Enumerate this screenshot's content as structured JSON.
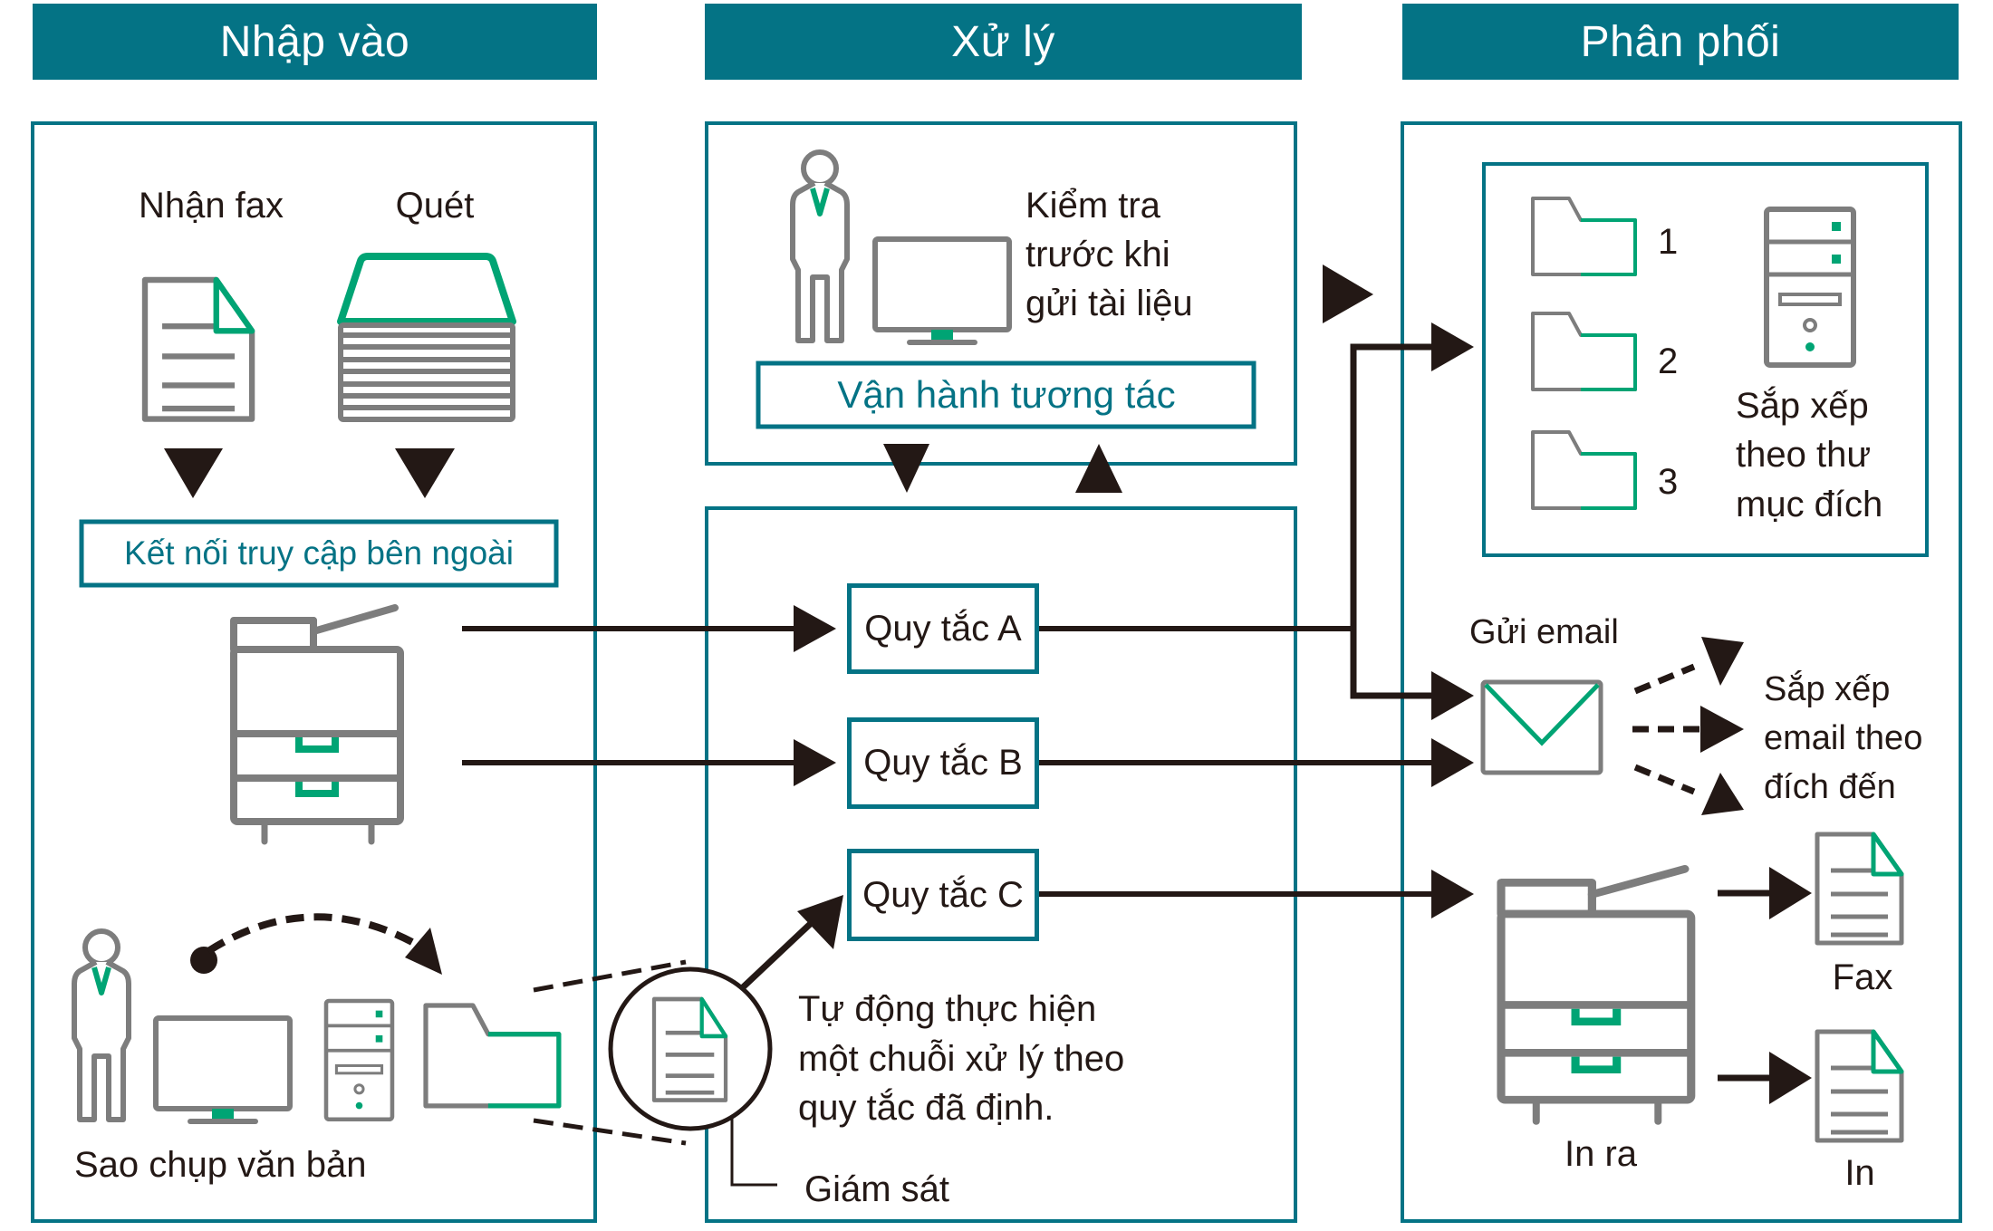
{
  "colors": {
    "teal": "#047385",
    "green": "#00a474",
    "gray": "#7d7d7d",
    "arrow": "#231815"
  },
  "columns": {
    "input": {
      "title": "Nhập vào",
      "fax_label": "Nhận fax",
      "scan_label": "Quét",
      "external_access_label": "Kết nối truy cập bên ngoài",
      "copy_label": "Sao chụp văn bản"
    },
    "process": {
      "title": "Xử lý",
      "precheck_lines": [
        "Kiểm tra",
        "trước khi",
        "gửi tài liệu"
      ],
      "interactive_label": "Vận hành tương tác",
      "rules": [
        "Quy tắc A",
        "Quy tắc B",
        "Quy tắc C"
      ],
      "auto_lines": [
        "Tự động thực hiện",
        "một chuỗi xử lý theo",
        "quy tắc đã định."
      ],
      "monitor_label": "Giám sát"
    },
    "distribute": {
      "title": "Phân phối",
      "folder_numbers": [
        "1",
        "2",
        "3"
      ],
      "folder_sort_lines": [
        "Sắp xếp",
        "theo thư",
        "mục đích"
      ],
      "email_label": "Gửi email",
      "email_sort_lines": [
        "Sắp xếp",
        "email theo",
        "đích đến"
      ],
      "print_label": "In ra",
      "fax_out_label": "Fax",
      "print_out_label": "In"
    }
  }
}
